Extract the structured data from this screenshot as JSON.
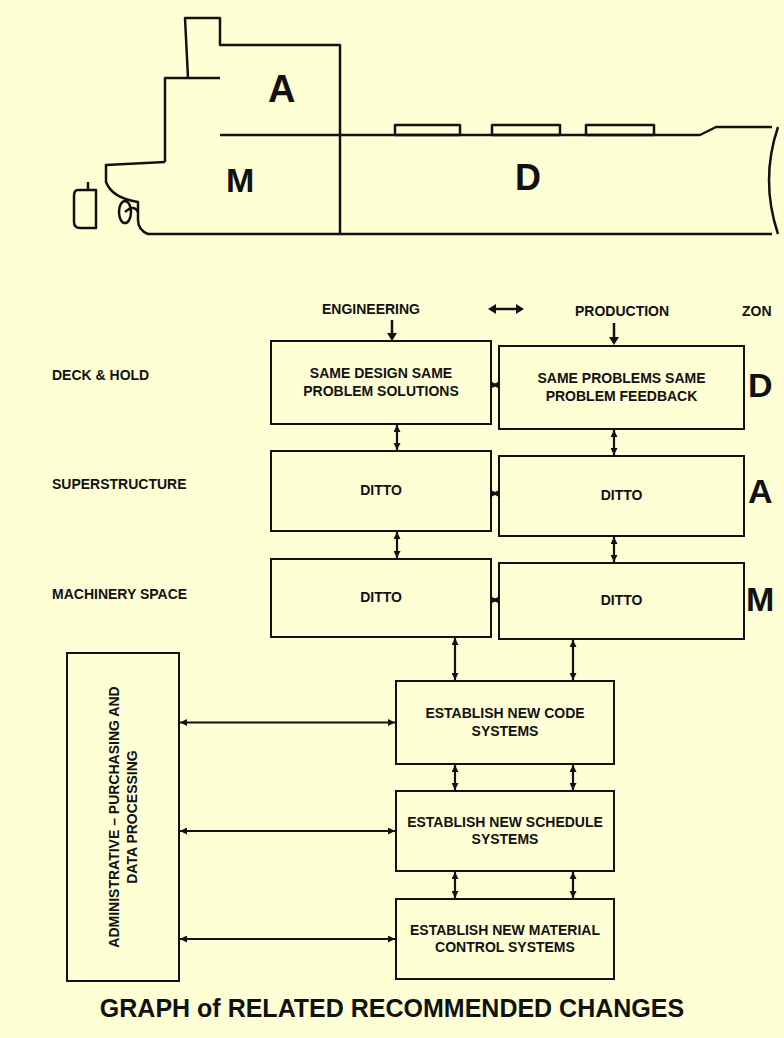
{
  "diagram": {
    "caption": "GRAPH of RELATED RECOMMENDED CHANGES",
    "nodes": [
      {
        "text": [
          "SAME DESIGN SAME PROBLEM SOLUTIONS"
        ]
      },
      {
        "text": [
          "SAME PROBLEMS SAME PROBLEM FEEDBACK"
        ]
      },
      {
        "text": [
          "DITTO"
        ]
      },
      {
        "text": [
          "DITTO"
        ]
      },
      {
        "text": [
          "DITTO"
        ]
      },
      {
        "text": [
          "DITTO"
        ]
      },
      {
        "text": [
          "ADMINISTRATIVE – PURCHASING AND DATA PROCESSING"
        ]
      },
      {
        "text": [
          "ESTABLISH NEW CODE SYSTEMS"
        ]
      },
      {
        "text": [
          "ESTABLISH NEW SCHEDULE SYSTEMS"
        ]
      },
      {
        "text": [
          "ESTABLISH NEW MATERIAL CONTROL SYSTEMS"
        ]
      }
    ],
    "edges": [
      {
        "from": 0,
        "to": 1,
        "arrow": "both"
      },
      {
        "from": 2,
        "to": 3,
        "arrow": "both"
      },
      {
        "from": 4,
        "to": 5,
        "arrow": "both"
      },
      {
        "from": 0,
        "to": 2,
        "arrow": "both"
      },
      {
        "from": 2,
        "to": 4,
        "arrow": "both"
      },
      {
        "from": 1,
        "to": 3,
        "arrow": "both"
      },
      {
        "from": 3,
        "to": 5,
        "arrow": "both"
      },
      {
        "from": 4,
        "to": 7,
        "arrow": "both"
      },
      {
        "from": 5,
        "to": 7,
        "arrow": "both"
      },
      {
        "from": 7,
        "to": 8,
        "arrow": "both"
      },
      {
        "from": 7,
        "to": 8,
        "arrow": "both"
      },
      {
        "from": 8,
        "to": 9,
        "arrow": "both"
      },
      {
        "from": 8,
        "to": 9,
        "arrow": "both"
      },
      {
        "from": 6,
        "to": 7,
        "arrow": "both"
      },
      {
        "from": 6,
        "to": 8,
        "arrow": "both"
      },
      {
        "from": 6,
        "to": 9,
        "arrow": "both"
      }
    ],
    "labels": [
      "A",
      "M",
      "D",
      "ENGINEERING",
      "PRODUCTION",
      "ZON",
      "DECK & HOLD",
      "SUPERSTRUCTURE",
      "MACHINERY SPACE",
      "D",
      "A",
      "M"
    ]
  }
}
